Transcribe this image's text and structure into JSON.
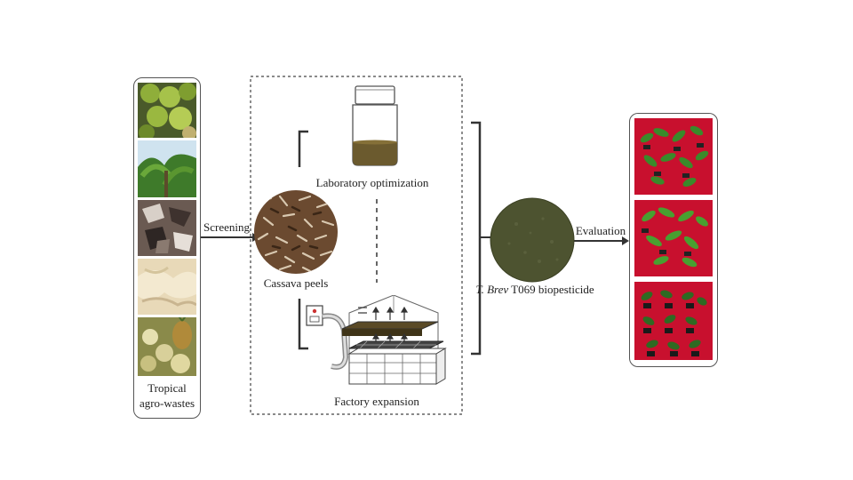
{
  "labels": {
    "source": [
      "Tropical",
      "agro-wastes"
    ],
    "screening": "Screening",
    "cassava": "Cassava peels",
    "lab": "Laboratory optimization",
    "factory": "Factory expansion",
    "product_italic": "T. Brev",
    "product_rest": " T069 biopesticide",
    "evaluation": "Evaluation"
  },
  "icons": {
    "agro_photos": [
      "coconuts-photo",
      "banana-plants-photo",
      "dry-leaves-photo",
      "sawdust-photo",
      "pineapple-waste-photo"
    ],
    "plant_photos": [
      "seedlings-photo-1",
      "seedlings-photo-2",
      "seedlings-photo-3"
    ]
  },
  "colors": {
    "line": "#333333",
    "product_disc": "#4d5330",
    "plant_background": "#c8102e"
  }
}
